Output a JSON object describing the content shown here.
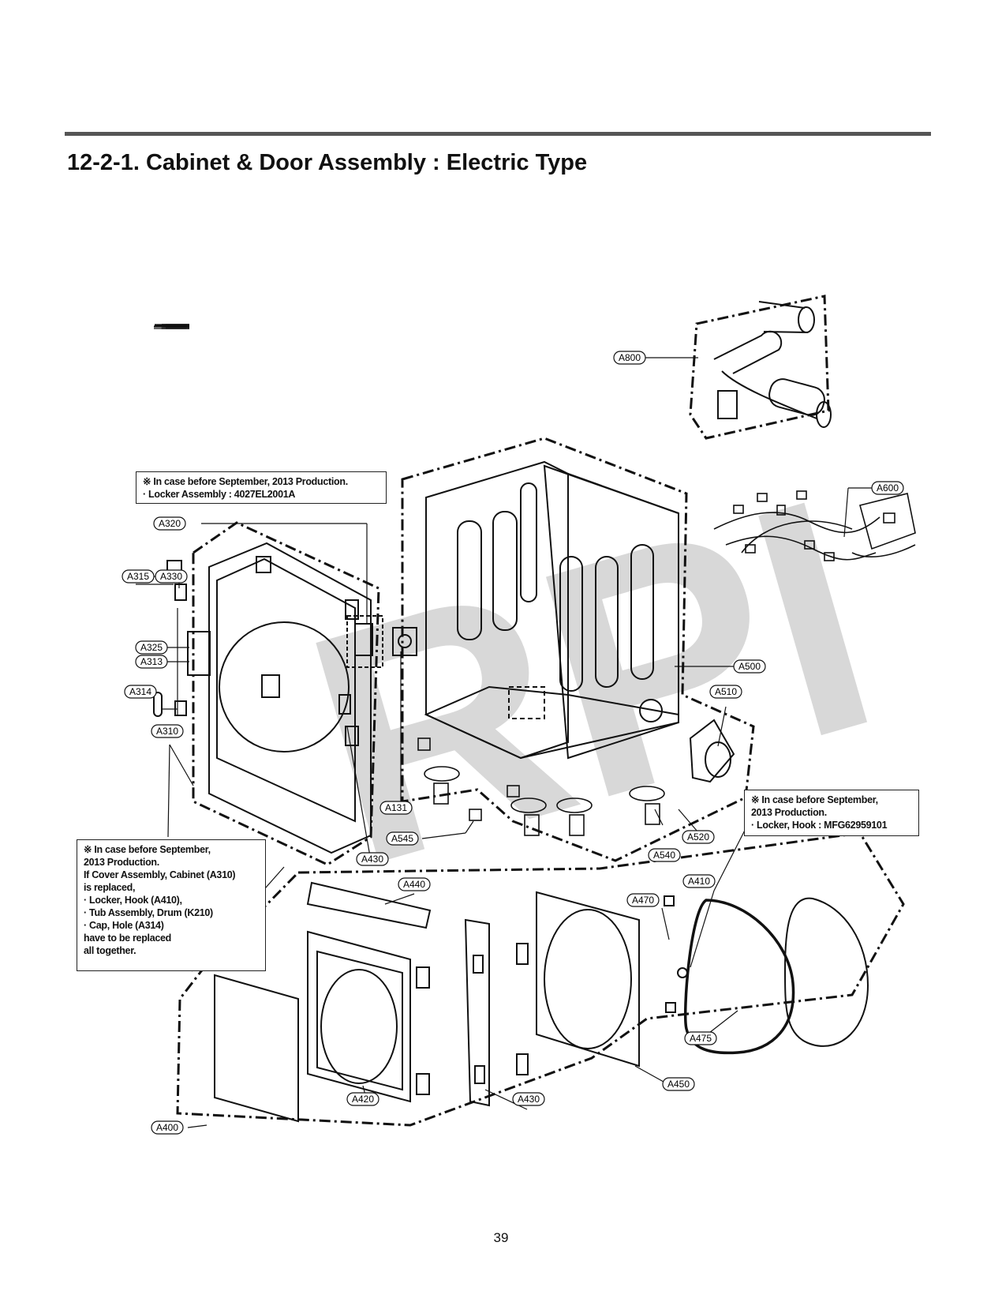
{
  "page": {
    "title": "12-2-1. Cabinet & Door Assembly : Electric Type",
    "page_number": "39",
    "watermark": "RPI"
  },
  "notes": {
    "note1": [
      "※ In case before September, 2013 Production.",
      "· Locker Assembly : 4027EL2001A"
    ],
    "note2": [
      "※ In case before September,",
      "2013 Production.",
      "· Locker, Hook : MFG62959101"
    ],
    "note3": [
      "※ In case before September,",
      "2013 Production.",
      "If Cover Assembly, Cabinet (A310)",
      "is replaced,",
      "· Locker, Hook (A410),",
      "· Tub Assembly, Drum (K210)",
      "· Cap, Hole (A314)",
      "have to be replaced",
      "all together."
    ]
  },
  "callouts": {
    "a800": "A800",
    "a600": "A600",
    "a320": "A320",
    "a315": "A315",
    "a330": "A330",
    "a325": "A325",
    "a313": "A313",
    "a314": "A314",
    "a310": "A310",
    "a500": "A500",
    "a510": "A510",
    "a131": "A131",
    "a545": "A545",
    "a430_top": "A430",
    "a520": "A520",
    "a540": "A540",
    "a410": "A410",
    "a440": "A440",
    "a470": "A470",
    "a475": "A475",
    "a450": "A450",
    "a420": "A420",
    "a430_bottom": "A430",
    "a400": "A400"
  }
}
